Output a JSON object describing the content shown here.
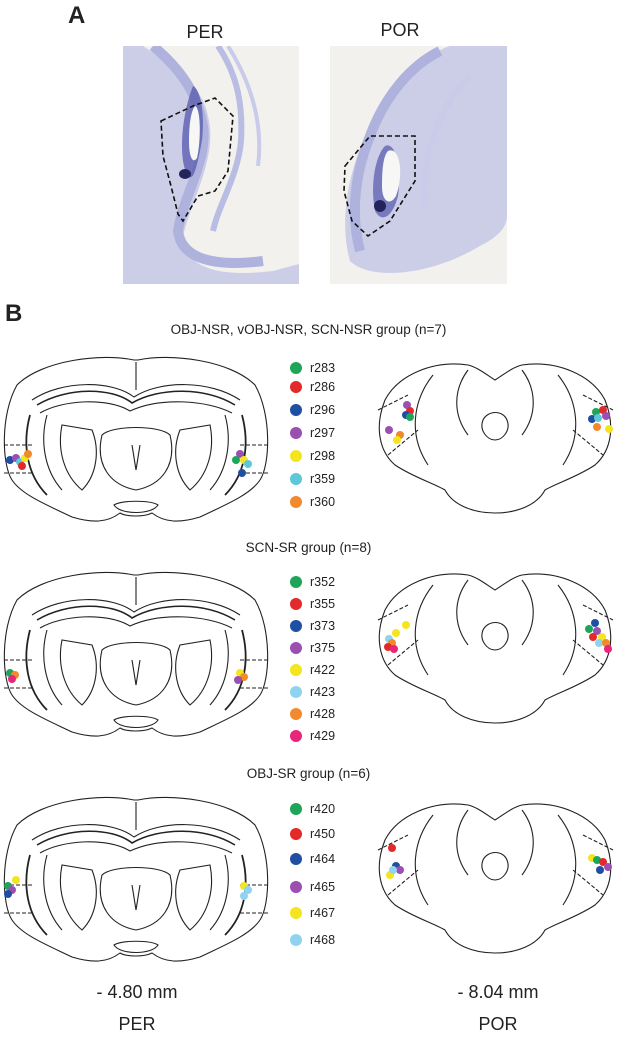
{
  "panel_a": {
    "letter": "A",
    "left_label": "PER",
    "right_label": "POR"
  },
  "panel_b": {
    "letter": "B",
    "groups": [
      {
        "title": "OBJ-NSR, vOBJ-NSR, SCN-NSR group (n=7)",
        "legend": [
          {
            "id": "r283",
            "color": "#1fa55a"
          },
          {
            "id": "r286",
            "color": "#e32a2a"
          },
          {
            "id": "r296",
            "color": "#1f4fa3"
          },
          {
            "id": "r297",
            "color": "#9b4fb0"
          },
          {
            "id": "r298",
            "color": "#f5e51f"
          },
          {
            "id": "r359",
            "color": "#5cc8d8"
          },
          {
            "id": "r360",
            "color": "#f08a2c"
          }
        ]
      },
      {
        "title": "SCN-SR group (n=8)",
        "legend": [
          {
            "id": "r352",
            "color": "#1fa55a"
          },
          {
            "id": "r355",
            "color": "#e32a2a"
          },
          {
            "id": "r373",
            "color": "#1f4fa3"
          },
          {
            "id": "r375",
            "color": "#9b4fb0"
          },
          {
            "id": "r422",
            "color": "#f5e51f"
          },
          {
            "id": "r423",
            "color": "#8fd3ef"
          },
          {
            "id": "r428",
            "color": "#f08a2c"
          },
          {
            "id": "r429",
            "color": "#e8257a"
          }
        ]
      },
      {
        "title": "OBJ-SR group (n=6)",
        "legend": [
          {
            "id": "r420",
            "color": "#1fa55a"
          },
          {
            "id": "r450",
            "color": "#e32a2a"
          },
          {
            "id": "r464",
            "color": "#1f4fa3"
          },
          {
            "id": "r465",
            "color": "#9b4fb0"
          },
          {
            "id": "r467",
            "color": "#f5e51f"
          },
          {
            "id": "r468",
            "color": "#8fd3ef"
          }
        ]
      }
    ]
  },
  "bottom": {
    "left_coord": "- 4.80 mm",
    "right_coord": "- 8.04 mm",
    "left_label": "PER",
    "right_label": "POR"
  },
  "colors": {
    "stain": "#5b5fb0",
    "stain_light": "#b9bde3",
    "line": "#222222"
  }
}
